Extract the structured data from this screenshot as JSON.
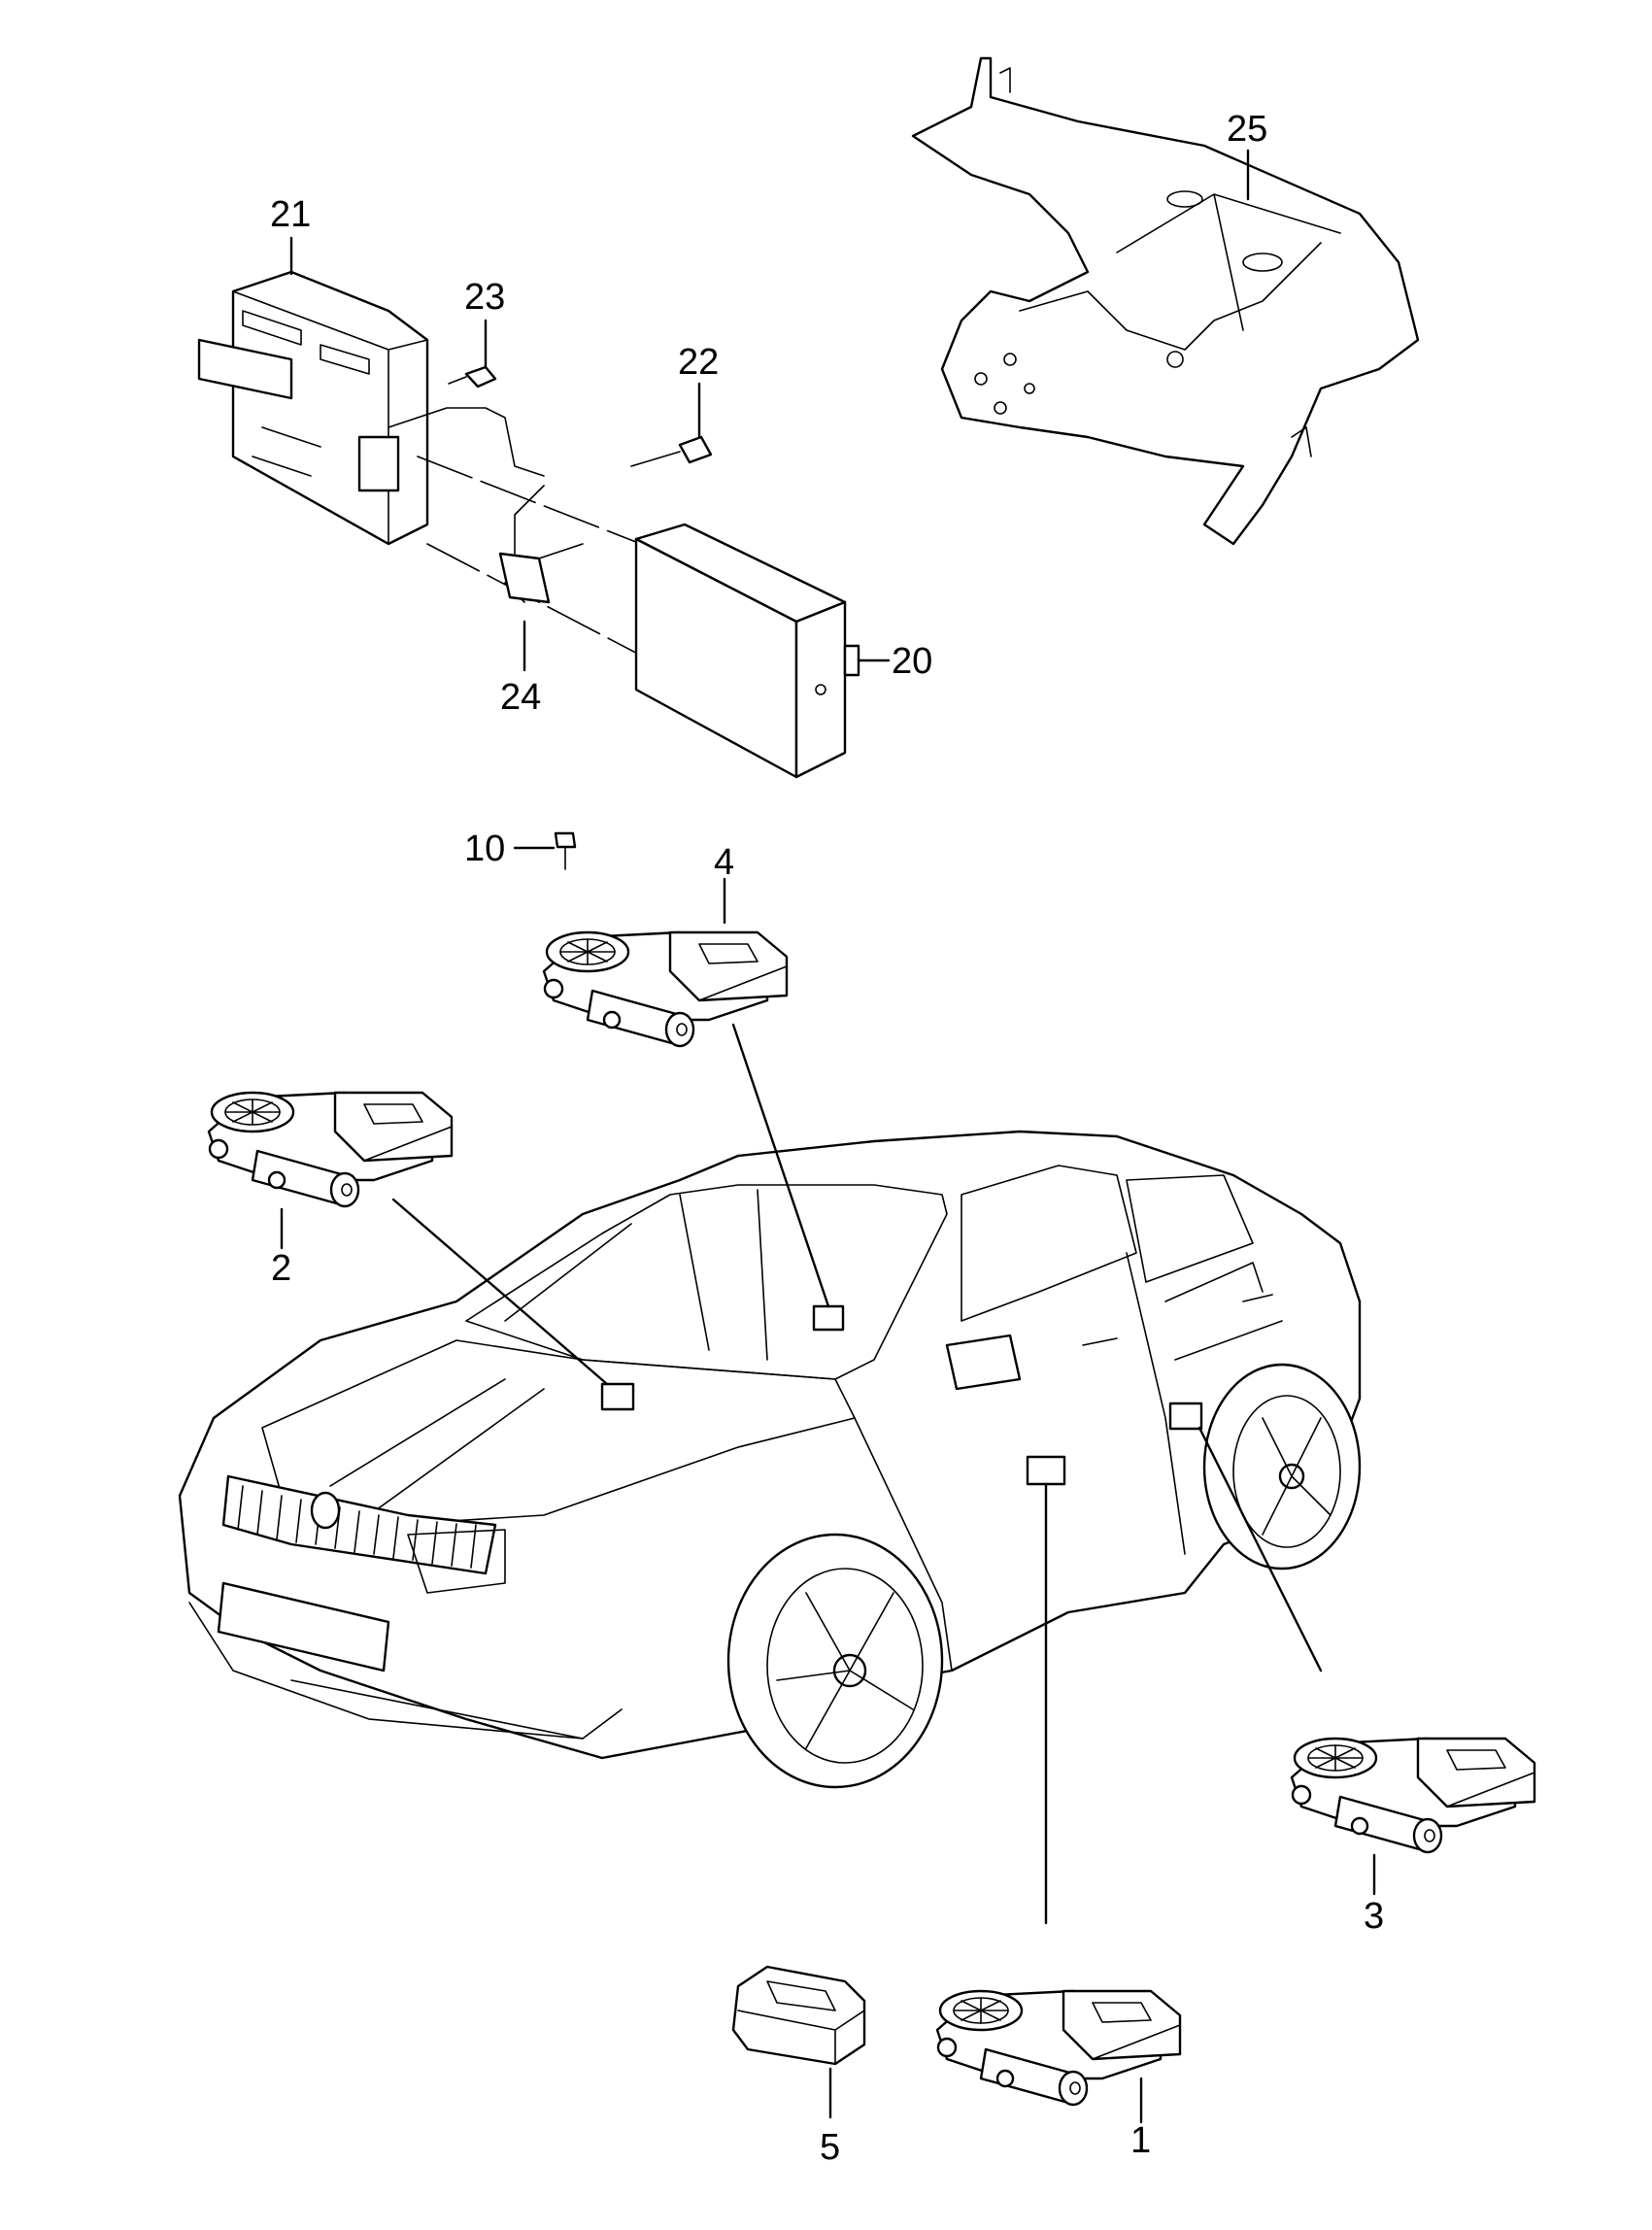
{
  "callouts": {
    "c1": "1",
    "c2": "2",
    "c3": "3",
    "c4": "4",
    "c5": "5",
    "c10": "10",
    "c20": "20",
    "c21": "21",
    "c22": "22",
    "c23": "23",
    "c24": "24",
    "c25": "25"
  },
  "icons": [
    "window-regulator-motor-icon",
    "control-unit-icon",
    "bracket-icon",
    "screw-icon",
    "sedan-car-icon"
  ]
}
